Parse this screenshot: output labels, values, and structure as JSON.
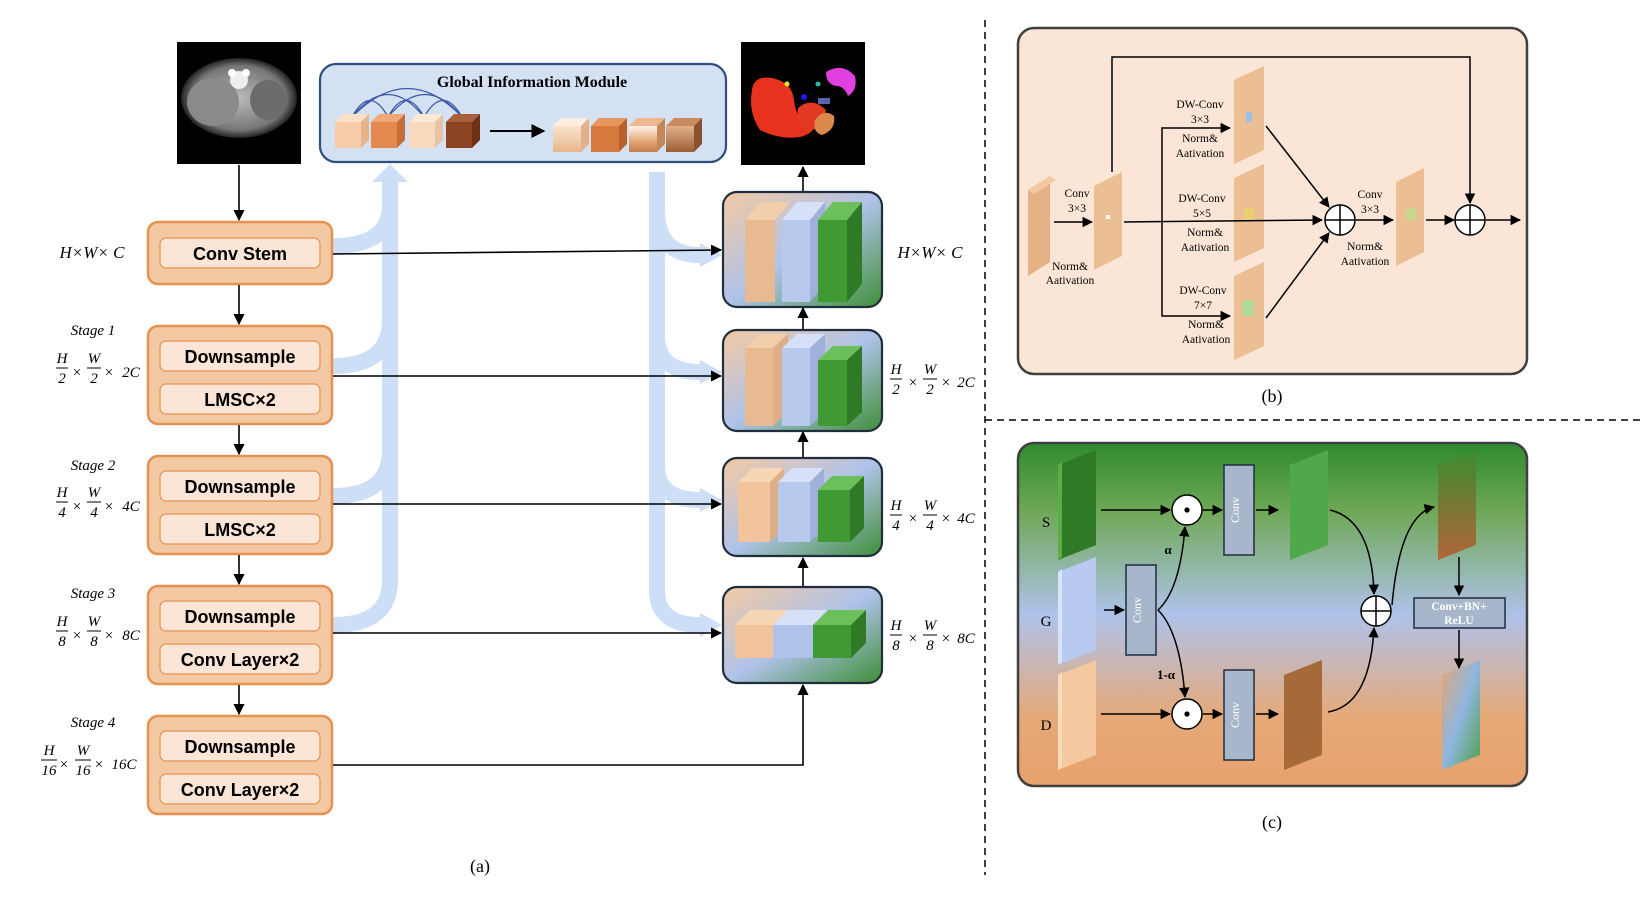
{
  "panel_a": {
    "caption": "(a)",
    "gim_title": "Global Information Module",
    "conv_stem": "Conv Stem",
    "downsample": "Downsample",
    "lmsc": "LMSC×2",
    "conv_layer": "Conv Layer×2",
    "stage1": "Stage 1",
    "stage2": "Stage 2",
    "stage3": "Stage 3",
    "stage4": "Stage 4",
    "dim0": "H×W× C",
    "dim_out0": "H×W× C",
    "h": "H",
    "w": "W",
    "times": "×",
    "d1": "2",
    "d2": "4",
    "d3": "8",
    "d4": "16",
    "c1": "2C",
    "c2": "4C",
    "c3": "8C",
    "c4": "16C"
  },
  "panel_b": {
    "caption": "(b)",
    "conv": "Conv",
    "k3": "3×3",
    "norm": "Norm&",
    "act": "Aativation",
    "dwconv": "DW-Conv",
    "k5": "5×5",
    "k7": "7×7"
  },
  "panel_c": {
    "caption": "(c)",
    "s": "S",
    "g": "G",
    "d": "D",
    "conv": "Conv",
    "alpha": "α",
    "one_minus_alpha": "1-α",
    "cbr1": "Conv+BN+",
    "cbr2": "ReLU",
    "dot": "•"
  },
  "colors": {
    "stage_fill": "#F3C9A3",
    "stage_border": "#E8904F",
    "inner_fill": "#FBE5D6",
    "gim_fill": "#D3E1F2",
    "gim_border": "#2F4F7F",
    "flow_arrow": "#C9DDF5",
    "peach": "#F7C9A0",
    "blue_slab": "#B8CAF0",
    "green_slab": "#3F9A34",
    "panel_b_bg": "#FBE5D6"
  },
  "icons": [
    "ct-scan-image",
    "segmentation-mask",
    "sum-node-icon",
    "multiply-node-icon",
    "arrow-icon"
  ]
}
